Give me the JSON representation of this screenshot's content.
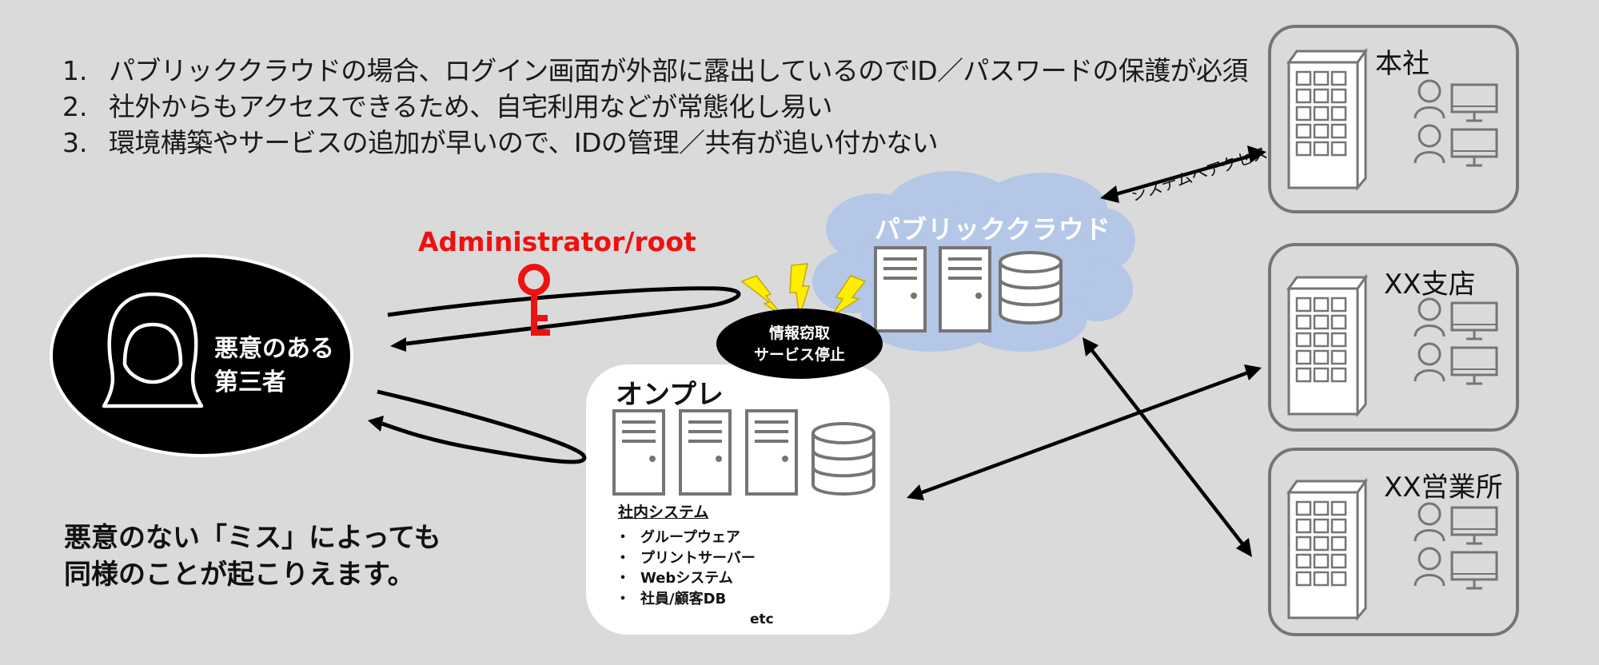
{
  "points": [
    {
      "num": "1.",
      "text": "パブリッククラウドの場合、ログイン画面が外部に露出しているのでID／パスワードの保護が必須"
    },
    {
      "num": "2.",
      "text": "社外からもアクセスできるため、自宅利用などが常態化し易い"
    },
    {
      "num": "3.",
      "text": "環境構築やサービスの追加が早いので、IDの管理／共有が追い付かない"
    }
  ],
  "attacker": {
    "line1": "悪意のある",
    "line2": "第三者"
  },
  "admin_label": "Administrator/root",
  "threat": {
    "line1": "情報窃取",
    "line2": "サービス停止"
  },
  "cloud": {
    "title": "パブリッククラウド"
  },
  "access_label": "システムへアクセス",
  "onprem": {
    "title": "オンプレ",
    "subtitle": "社内システム",
    "bullet": "・",
    "items": [
      "グループウェア",
      "プリントサーバー",
      "Webシステム",
      "社員/顧客DB"
    ],
    "etc": "etc"
  },
  "note": {
    "line1": "悪意のない「ミス」によっても",
    "line2": "同様のことが起こりえます。"
  },
  "offices": [
    {
      "name": "本社"
    },
    {
      "name": "XX支店"
    },
    {
      "name": "XX営業所"
    }
  ],
  "colors": {
    "background": "#dadada",
    "cloud": "#b4c7e7",
    "key": "#ee1111",
    "bolt": "#ffee00",
    "icon_stroke": "#757575",
    "attacker_fill": "#000000"
  }
}
